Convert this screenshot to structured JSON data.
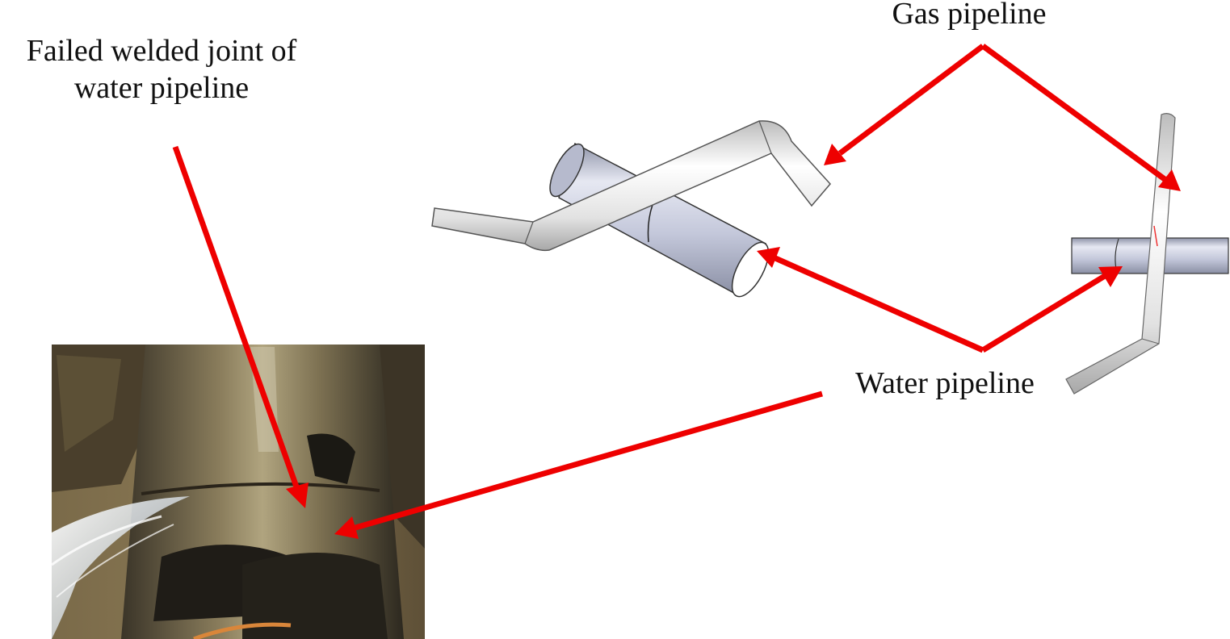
{
  "labels": {
    "failed_joint_line1": "Failed welded joint of",
    "failed_joint_line2": "water pipeline",
    "gas_pipeline": "Gas pipeline",
    "water_pipeline": "Water pipeline"
  },
  "colors": {
    "arrow": "#ee0000",
    "pipe_steel": "#c9cde0",
    "pipe_light": "#f2f2f2",
    "soil": "#6e5e3e",
    "water_spray": "#dfe9f2"
  },
  "icons": {
    "arrow": "arrow-head",
    "photo": "failed-joint-photo"
  }
}
